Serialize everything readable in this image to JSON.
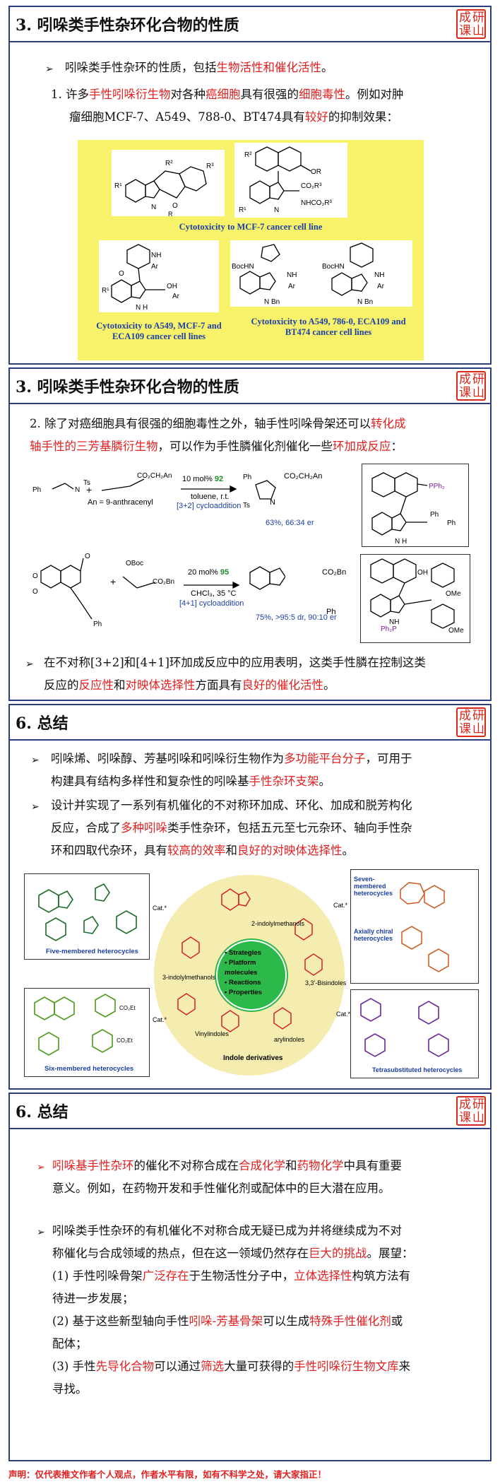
{
  "seal": {
    "c1": "成",
    "c2": "研",
    "c3": "课",
    "c4": "山"
  },
  "s1": {
    "title": "3. 吲哚类手性杂环化合物的性质",
    "bullet": "➢",
    "intro_a": "吲哚类手性杂环的性质，包括",
    "intro_hl": "生物活性和催化活性",
    "intro_b": "。",
    "p1_a": "1.  许多",
    "p1_hl1": "手性吲哚衍生物",
    "p1_b": "对各种",
    "p1_hl2": "癌细胞",
    "p1_c": "具有很强的",
    "p1_hl3": "细胞毒性",
    "p1_d": "。例如对肿",
    "p2_a": "瘤细胞MCF-7、A549、788-0、BT474具有",
    "p2_hl": "较好",
    "p2_b": "的抑制效果：",
    "cap1": "Cytotoxicity to MCF-7 cancer cell line",
    "cap2": "Cytotoxicity to  A549, MCF-7 and ECA109  cancer cell lines",
    "cap3": "Cytotoxicity to  A549, 786-0,  ECA109 and BT474 cancer cell lines"
  },
  "s2": {
    "title": "3. 吲哚类手性杂环化合物的性质",
    "p1_a": "2.  除了对癌细胞具有很强的细胞毒性之外，轴手性吲哚骨架还可以",
    "p1_hl": "转化成",
    "p2_hl": "轴手性的三芳基膦衍生物",
    "p2_a": "，可以作为手性膦催化剂催化一些",
    "p2_hl2": "环加成反应",
    "p2_b": "：",
    "rx1_sub": "An = 9-anthracenyl",
    "rx1_cat": "10 mol% ",
    "rx1_catnum": "92",
    "rx1_cond": "toluene, r.t.",
    "rx1_type": "[3+2] cycloaddition",
    "rx1_yield": "63%, 66:34 er",
    "rx2_cat": "20 mol% ",
    "rx2_catnum": "95",
    "rx2_cond": "CHCl₃, 35 °C",
    "rx2_type": "[4+1] cycloaddition",
    "rx2_yield": "75%, >95:5 dr, 90:10 er",
    "c_a": "在不对称[3+2]和[4+1]环加成反应中的应用表明，这类手性膦在控制这类",
    "c_b": "反应的",
    "c_hl1": "反应性",
    "c_c": "和",
    "c_hl2": "对映体选择性",
    "c_d": "方面具有",
    "c_hl3": "良好的催化活性",
    "c_e": "。"
  },
  "s3": {
    "title": "6. 总结",
    "b1_a": "吲哚烯、吲哚醇、芳基吲哚和吲哚衍生物作为",
    "b1_hl": "多功能平台分子",
    "b1_b": "，可用于",
    "b1_c": "构建具有结构多样性和复杂性的吲哚基",
    "b1_hl2": "手性杂环支架",
    "b1_d": "。",
    "b2_a": "设计并实现了一系列有机催化的不对称环加成、环化、加成和脱芳构化",
    "b2_b": "反应，合成了",
    "b2_hl": "多种吲哚",
    "b2_c": "类手性杂环，包括五元至七元杂环、轴向手性杂",
    "b2_d": "环和四取代杂环，具有",
    "b2_hl2": "较高的效率",
    "b2_e": "和",
    "b2_hl3": "良好的对映体选择性",
    "b2_f": "。",
    "fig_five": "Five-membered heterocycles",
    "fig_six": "Six-membered heterocycles",
    "fig_seven": "Seven-membered heterocycles",
    "fig_axial": "Axially chiral heterocycles",
    "fig_tetra": "Tetrasubstituted heterocycles",
    "fig_center": [
      "• Strategies",
      "• Platform molecules",
      "• Reactions",
      "• Properties"
    ],
    "fig_2ind": "2-indolylmethanols",
    "fig_3ind": "3-indolylmethanols",
    "fig_bis": "3,3'-Bisindoles",
    "fig_vinyl": "Vinylindoles",
    "fig_aryl": "arylindoles",
    "fig_deriv": "Indole derivatives",
    "fig_cat": "Cat.*"
  },
  "s4": {
    "title": "6. 总结",
    "b1_hl": "吲哚基手性杂环",
    "b1_a": "的催化不对称合成在",
    "b1_hl2": "合成化学",
    "b1_b": "和",
    "b1_hl3": "药物化学",
    "b1_c": "中具有重要",
    "b1_d": "意义。例如，在药物开发和手性催化剂或配体中的巨大潜在应用。",
    "b2_a": "吲哚类手性杂环的有机催化不对称合成无疑已成为并将继续成为不对",
    "b2_b": "称催化与合成领域的热点，但在这一领域仍然存在",
    "b2_hl": "巨大的挑战",
    "b2_c": "。展望：",
    "l1_a": "(1) 手性吲哚骨架",
    "l1_hl": "广泛存在",
    "l1_b": "于生物活性分子中，",
    "l1_hl2": "立体选择性",
    "l1_c": "构筑方法有",
    "l1_d": "待进一步发展；",
    "l2_a": "(2) 基于这些新型轴向手性",
    "l2_hl": "吲哚-芳基骨架",
    "l2_b": "可以生成",
    "l2_hl2": "特殊手性催化剂",
    "l2_c": "或",
    "l2_d": "配体；",
    "l3_a": "(3) 手性",
    "l3_hl": "先导化合物",
    "l3_b": "可以通过",
    "l3_hl2": "筛选",
    "l3_c": "大量可获得的",
    "l3_hl3": "手性吲哚衍生物文库",
    "l3_d": "来",
    "l3_e": "寻找。"
  },
  "footer": "声明：仅代表推文作者个人观点，作者水平有限，如有不科学之处，请大家指正！",
  "colors": {
    "accent_red": "#e02020",
    "frame_blue": "#2d3f80",
    "caption_blue": "#1c3fa8",
    "figure_yellow": "#f7f26a"
  }
}
